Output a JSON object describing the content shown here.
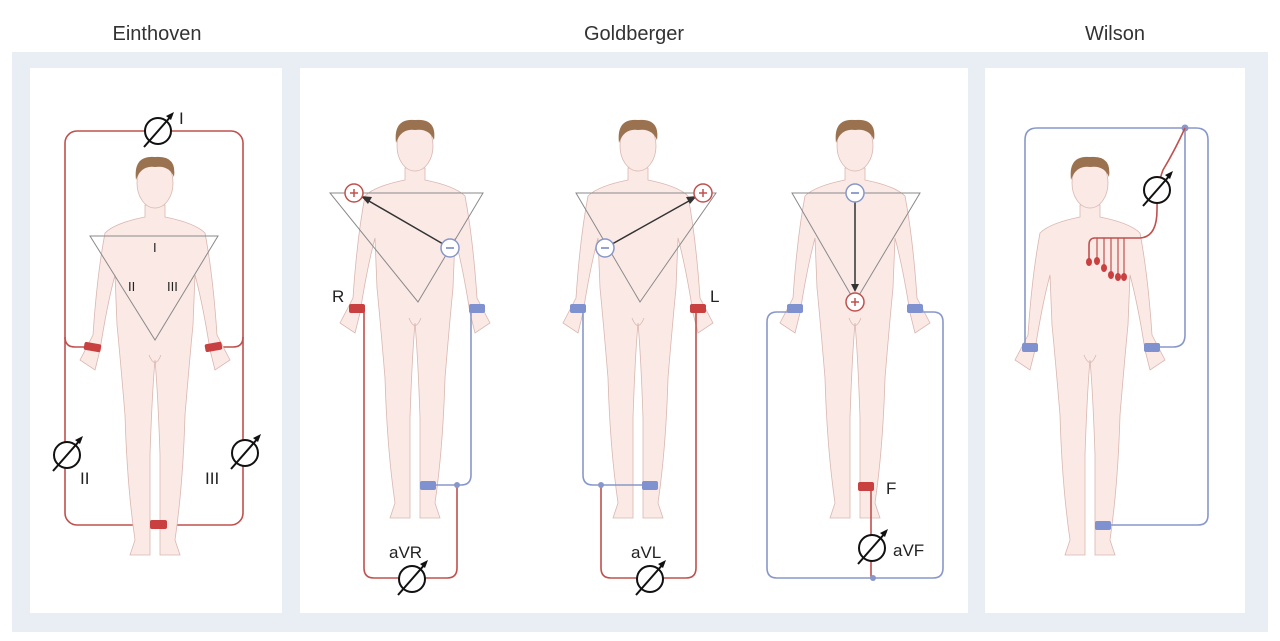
{
  "panels": [
    {
      "title": "Einthoven",
      "leads": [
        "I",
        "II",
        "III"
      ],
      "triangle_labels": [
        "I",
        "II",
        "III"
      ]
    },
    {
      "title": "Goldberger",
      "leads": [
        "aVR",
        "aVL",
        "aVF"
      ],
      "electrode_labels": [
        "R",
        "L",
        "F"
      ]
    },
    {
      "title": "Wilson"
    }
  ],
  "colors": {
    "positive": "#c0504d",
    "negative": "#8797c9",
    "background": "#e8eef4"
  }
}
